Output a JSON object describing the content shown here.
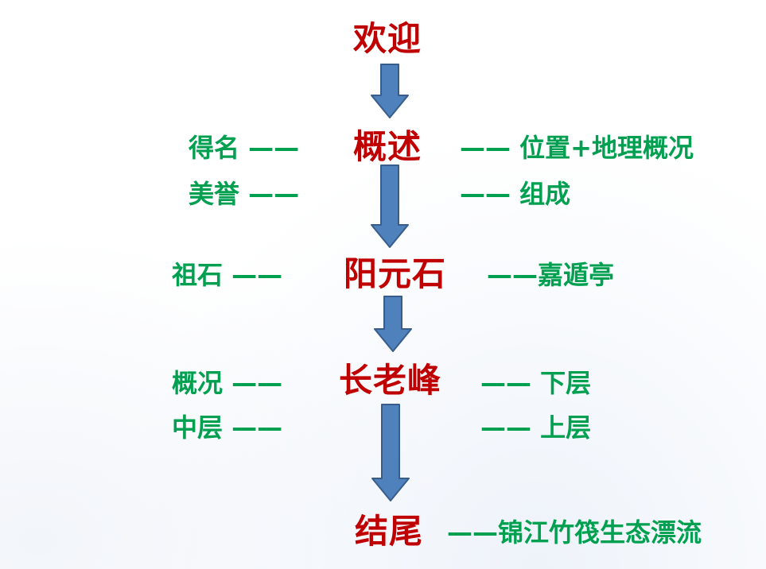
{
  "colors": {
    "main_text": "#c00000",
    "side_text": "#00a050",
    "arrow_fill": "#4f81bd",
    "arrow_stroke": "#385d8a"
  },
  "nodes": {
    "welcome": "欢迎",
    "overview": "概述",
    "yangyuanshi": "阳元石",
    "changlaofeng": "长老峰",
    "ending": "结尾"
  },
  "branches": {
    "overview_left": [
      "得名 ——",
      "美誉 ——"
    ],
    "overview_right": [
      "—— 位置+地理概况",
      "—— 组成"
    ],
    "yangyuanshi_left": "祖石 ——",
    "yangyuanshi_right": "——嘉遁亭",
    "changlaofeng_left": [
      "概况 ——",
      "中层 ——"
    ],
    "changlaofeng_right": [
      "—— 下层",
      "—— 上层"
    ],
    "ending_right": "——锦江竹筏生态漂流"
  }
}
